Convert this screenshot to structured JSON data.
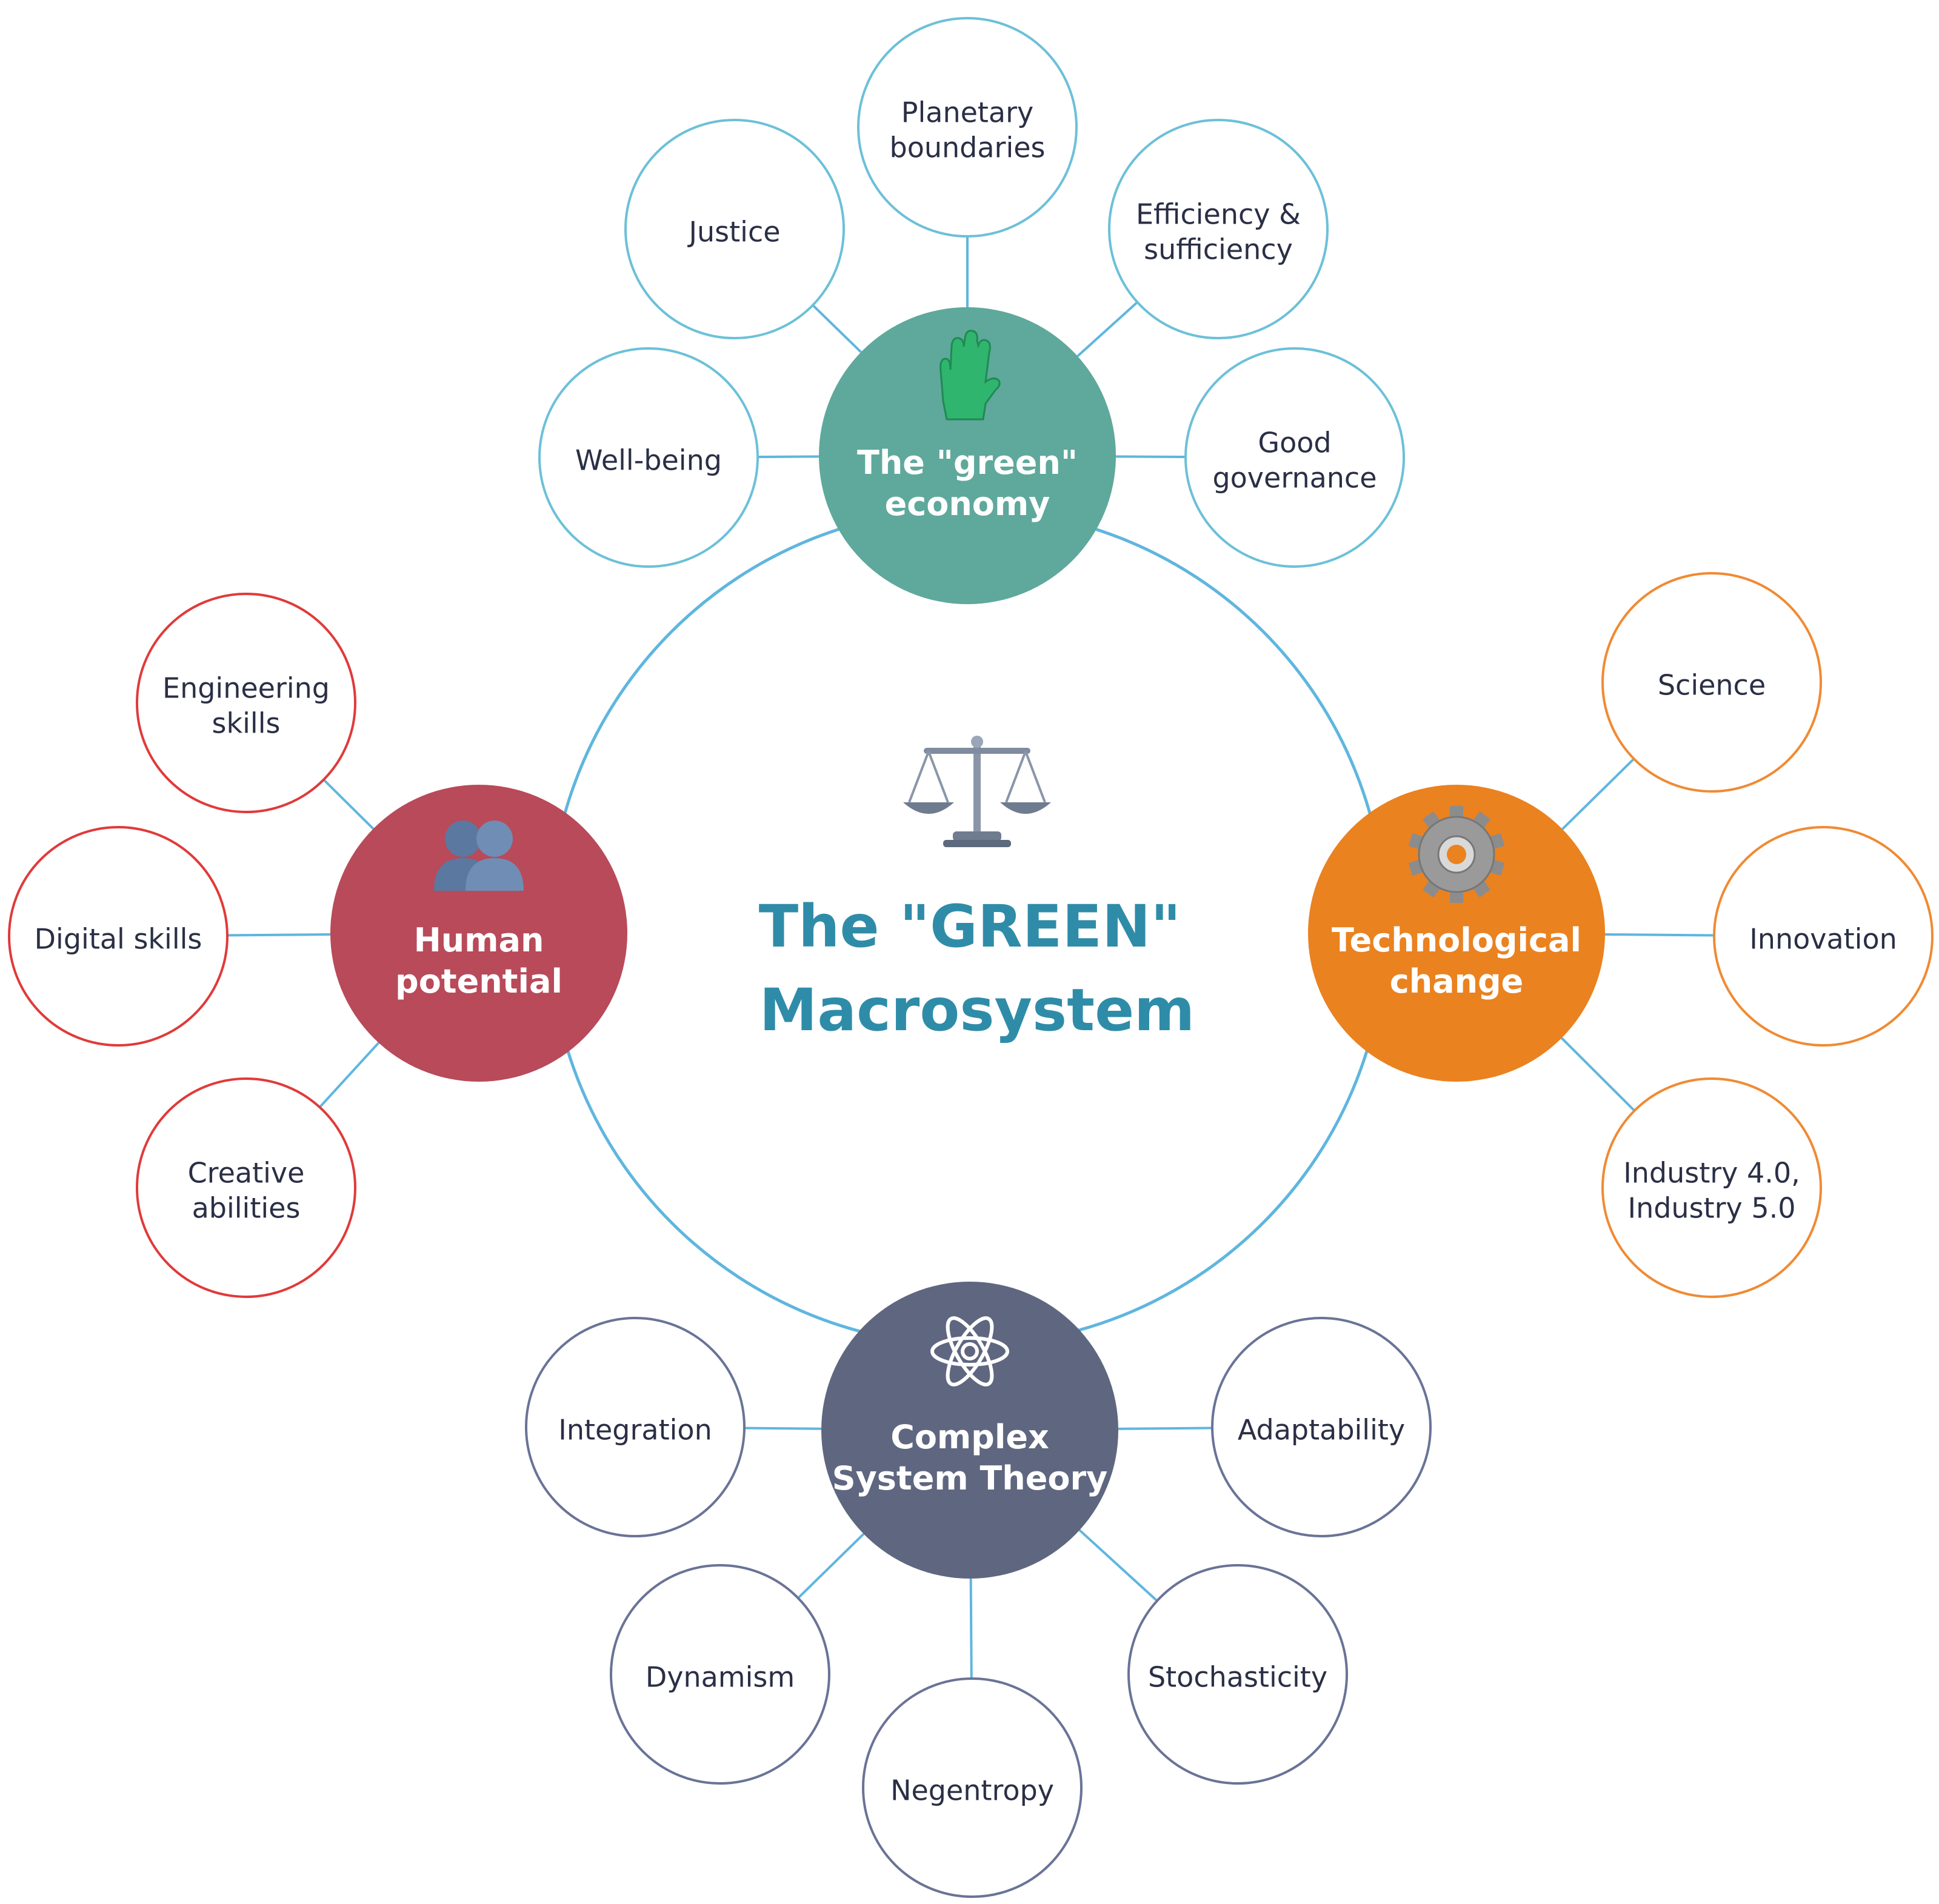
{
  "title": {
    "line1": "The \"GREEN\"",
    "line2": "Macrosystem",
    "color": "#2f8ca8"
  },
  "center_icon": "balance-scale-icon",
  "ring_color": "#5fb6de",
  "hubs": {
    "green_economy": {
      "lines": [
        "The \"green\"",
        "economy"
      ],
      "color": "#5fa89c",
      "icon": "green-glove-icon",
      "leaf_color": "#6cc0d8",
      "leaves": [
        {
          "id": "planetary-boundaries",
          "lines": [
            "Planetary",
            "boundaries"
          ]
        },
        {
          "id": "justice",
          "lines": [
            "Justice"
          ]
        },
        {
          "id": "efficiency-sufficiency",
          "lines": [
            "Efficiency &",
            "sufficiency"
          ]
        },
        {
          "id": "well-being",
          "lines": [
            "Well-being"
          ]
        },
        {
          "id": "good-governance",
          "lines": [
            "Good",
            "governance"
          ]
        }
      ]
    },
    "human_potential": {
      "lines": [
        "Human",
        "potential"
      ],
      "color": "#b84a5a",
      "icon": "people-icon",
      "leaf_color": "#e03a3a",
      "leaves": [
        {
          "id": "engineering-skills",
          "lines": [
            "Engineering",
            "skills"
          ]
        },
        {
          "id": "digital-skills",
          "lines": [
            "Digital skills"
          ]
        },
        {
          "id": "creative-abilities",
          "lines": [
            "Creative",
            "abilities"
          ]
        }
      ]
    },
    "technological_change": {
      "lines": [
        "Technological",
        "change"
      ],
      "color": "#ea8220",
      "icon": "gear-icon",
      "leaf_color": "#f08a33",
      "leaves": [
        {
          "id": "science",
          "lines": [
            "Science"
          ]
        },
        {
          "id": "innovation",
          "lines": [
            "Innovation"
          ]
        },
        {
          "id": "industry",
          "lines": [
            "Industry 4.0,",
            "Industry 5.0"
          ]
        }
      ]
    },
    "complex_system_theory": {
      "lines": [
        "Complex",
        "System Theory"
      ],
      "color": "#5f6680",
      "icon": "atom-icon",
      "leaf_color": "#6a7396",
      "leaves": [
        {
          "id": "integration",
          "lines": [
            "Integration"
          ]
        },
        {
          "id": "adaptability",
          "lines": [
            "Adaptability"
          ]
        },
        {
          "id": "dynamism",
          "lines": [
            "Dynamism"
          ]
        },
        {
          "id": "stochasticity",
          "lines": [
            "Stochasticity"
          ]
        },
        {
          "id": "negentropy",
          "lines": [
            "Negentropy"
          ]
        }
      ]
    }
  }
}
